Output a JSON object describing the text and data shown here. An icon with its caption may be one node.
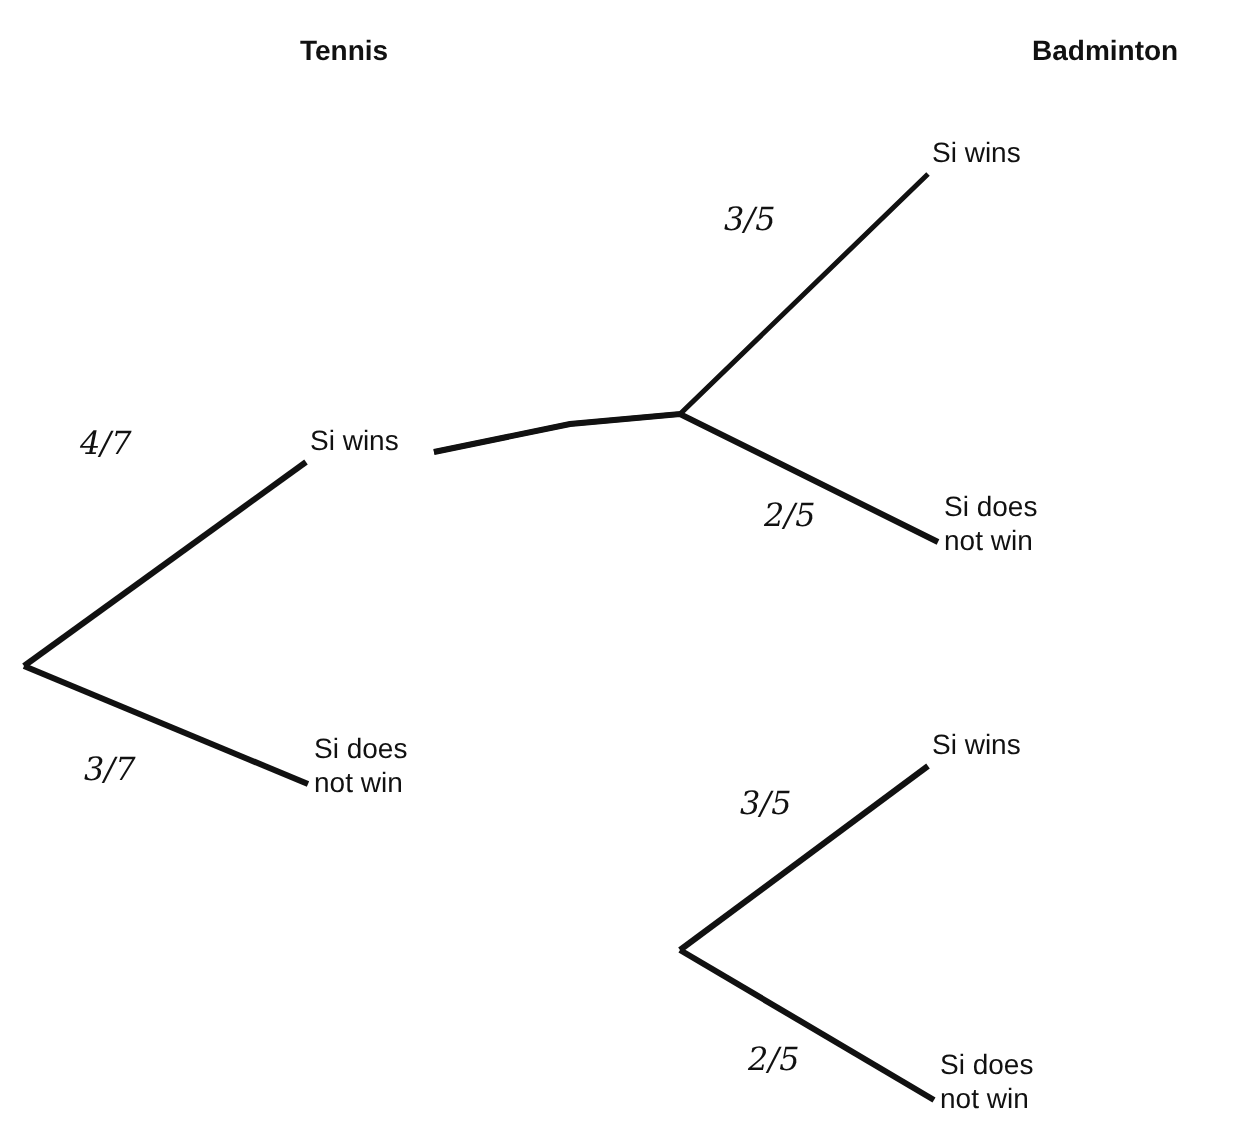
{
  "diagram": {
    "nodes": [
      {
        "text": [
          "Si wins"
        ]
      },
      {
        "text": [
          "Si does not win"
        ]
      },
      {
        "text": [
          "Si wins"
        ]
      },
      {
        "text": [
          "Si does not win"
        ]
      },
      {
        "text": [
          "Si wins"
        ]
      },
      {
        "text": [
          "Si does not win"
        ]
      }
    ],
    "edges": [
      {
        "from": null,
        "to": 0,
        "arrow": "none",
        "label": "4/7"
      },
      {
        "from": null,
        "to": 1,
        "arrow": "none",
        "label": "3/7"
      },
      {
        "from": 0,
        "to": 2,
        "arrow": "none",
        "label": "3/5"
      },
      {
        "from": 0,
        "to": 3,
        "arrow": "none",
        "label": "2/5"
      },
      {
        "from": null,
        "to": 4,
        "arrow": "none",
        "label": "3/5"
      },
      {
        "from": null,
        "to": 5,
        "arrow": "none",
        "label": "2/5"
      }
    ],
    "labels": [
      "Tennis",
      "Badminton"
    ]
  }
}
